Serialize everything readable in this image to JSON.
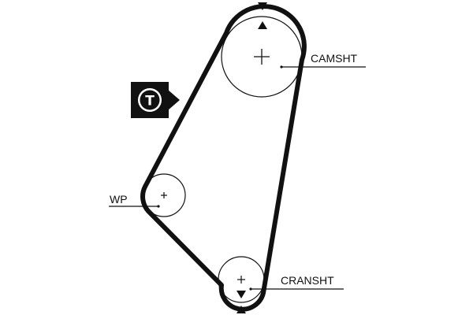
{
  "colors": {
    "belt": "#111111",
    "pulley": "#111111",
    "background": "#ffffff"
  },
  "labels": {
    "camshaft": "CAMSHT",
    "water_pump": "WP",
    "crankshaft": "CRANSHT"
  },
  "tensioner": {
    "letter": "T",
    "icon": "tensioner-icon"
  },
  "markers": {
    "timing_mark_icon": "triangle-icon"
  }
}
